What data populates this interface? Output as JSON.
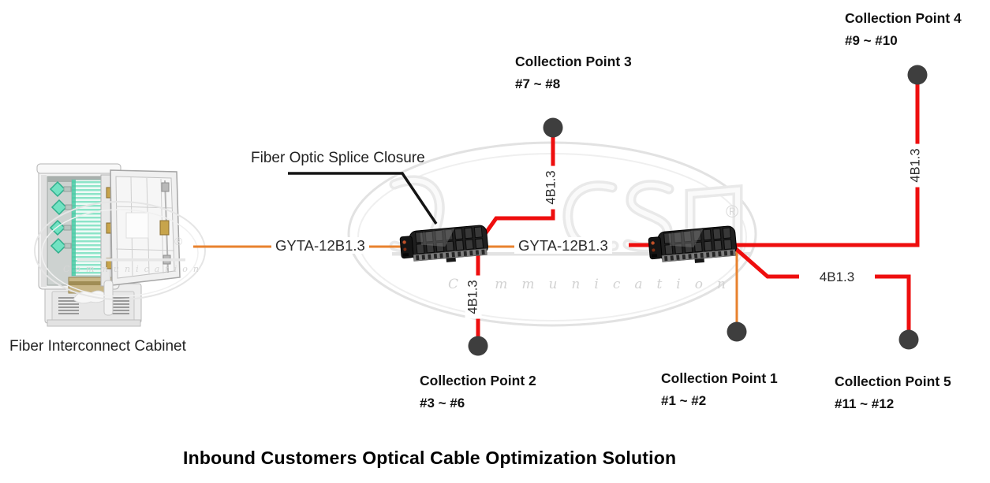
{
  "title": "Inbound Customers Optical Cable Optimization Solution",
  "labels": {
    "cabinet": "Fiber Interconnect Cabinet",
    "splice_closure": "Fiber Optic Splice Closure"
  },
  "cables": {
    "trunk1": "GYTA-12B1.3",
    "trunk2": "GYTA-12B1.3",
    "branch_cp3": "4B1.3",
    "branch_cp2": "4B1.3",
    "branch_cp4": "4B1.3",
    "branch_cp5": "4B1.3"
  },
  "collection_points": [
    {
      "name": "Collection Point 1",
      "fibers": "#1 ~ #2"
    },
    {
      "name": "Collection Point 2",
      "fibers": "#3 ~ #6"
    },
    {
      "name": "Collection Point 3",
      "fibers": "#7 ~ #8"
    },
    {
      "name": "Collection Point 4",
      "fibers": "#9 ~ #10"
    },
    {
      "name": "Collection Point 5",
      "fibers": "#11 ~ #12"
    }
  ],
  "watermark": {
    "subtitle": "Communication",
    "registered": "®"
  },
  "colors": {
    "trunk_cable": "#e8822e",
    "branch_cable": "#ee0e0e",
    "node": "#3e3e3e",
    "pointer_line": "#141414"
  }
}
